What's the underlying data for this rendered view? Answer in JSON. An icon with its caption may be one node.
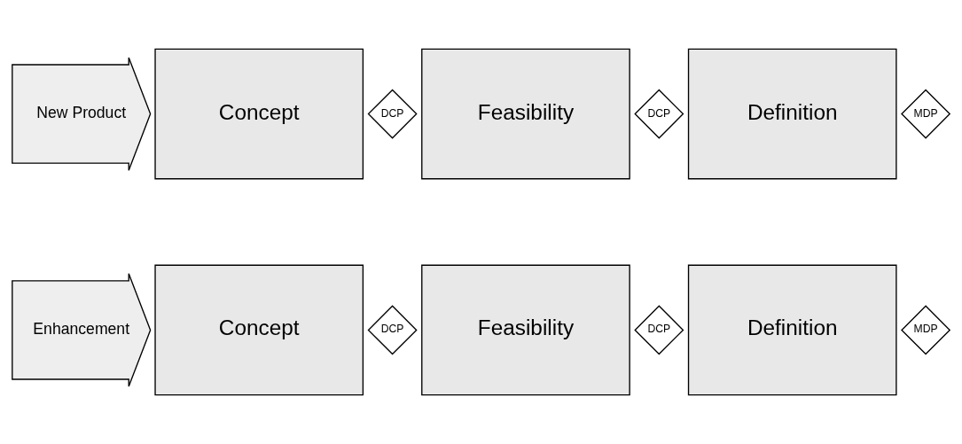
{
  "diagram": {
    "nodes": [
      {
        "text": [
          "New Product"
        ]
      },
      {
        "text": [
          "Concept"
        ]
      },
      {
        "text": [
          "DCP"
        ]
      },
      {
        "text": [
          "Feasibility"
        ]
      },
      {
        "text": [
          "DCP"
        ]
      },
      {
        "text": [
          "Definition"
        ]
      },
      {
        "text": [
          "MDP"
        ]
      },
      {
        "text": [
          "Enhancement"
        ]
      },
      {
        "text": [
          "Concept"
        ]
      },
      {
        "text": [
          "DCP"
        ]
      },
      {
        "text": [
          "Feasibility"
        ]
      },
      {
        "text": [
          "DCP"
        ]
      },
      {
        "text": [
          "Definition"
        ]
      },
      {
        "text": [
          "MDP"
        ]
      }
    ]
  }
}
